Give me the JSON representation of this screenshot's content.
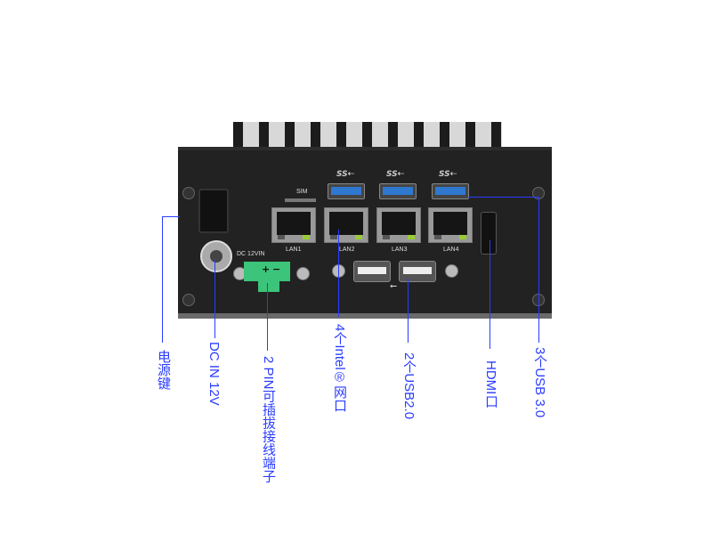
{
  "device": {
    "sim_label": "SIM",
    "dc_label": "DC 12VIN",
    "terminal_plus": "+",
    "terminal_minus": "−",
    "lan_ports": [
      "LAN1",
      "LAN2",
      "LAN3",
      "LAN4"
    ],
    "usb3_logo": "SS⇠",
    "usb2_logo": "⭠"
  },
  "callouts": {
    "power": "电源键",
    "dc_in": "DC IN 12V",
    "terminal": "2 PIN可插拔接线端子",
    "lan": "4个Intel®网口",
    "usb2": "2个USB2.0",
    "hdmi": "HDMI口",
    "usb3": "3个USB 3.0"
  },
  "colors": {
    "callout": "#2a3cff",
    "usb3_port": "#2f78d0",
    "terminal": "#3cc47a"
  }
}
